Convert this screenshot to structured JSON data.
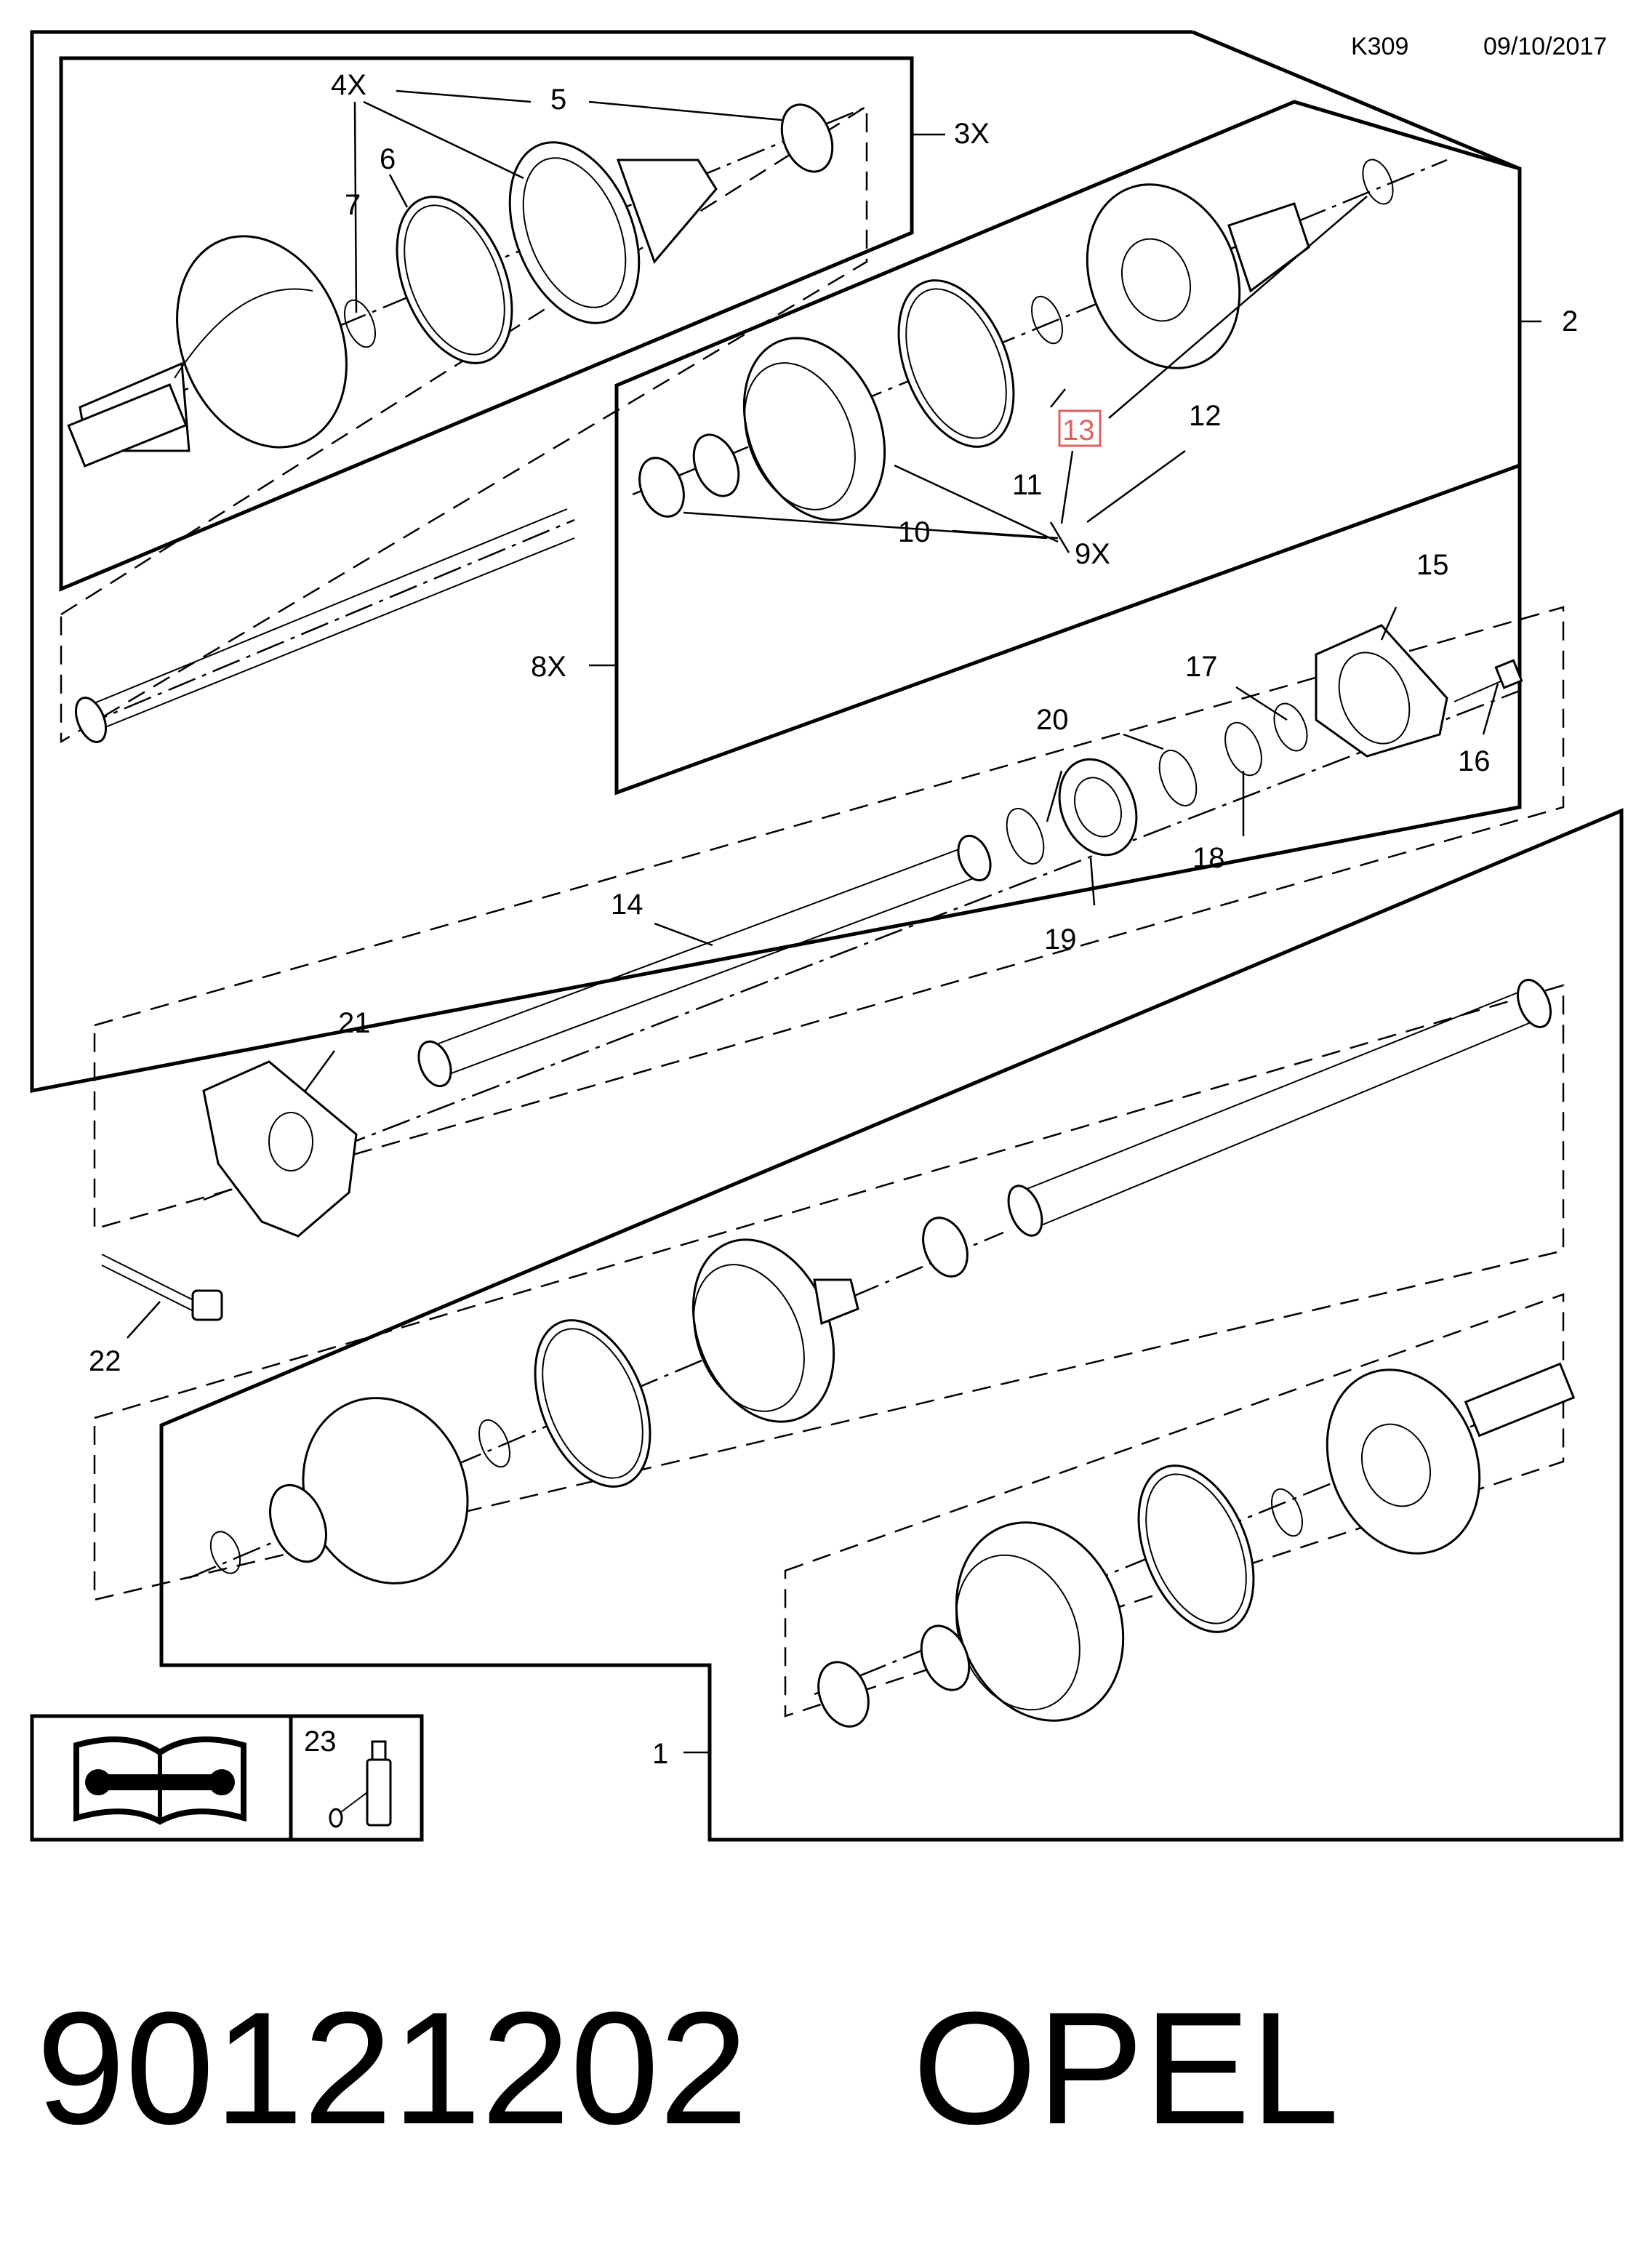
{
  "header": {
    "code": "K309",
    "date": "09/10/2017"
  },
  "callouts": {
    "c1": "1",
    "c2": "2",
    "c3x": "3X",
    "c4x": "4X",
    "c5": "5",
    "c6": "6",
    "c7": "7",
    "c8x": "8X",
    "c9x": "9X",
    "c10": "10",
    "c11": "11",
    "c12": "12",
    "c13": "13",
    "c14": "14",
    "c15": "15",
    "c16": "16",
    "c17": "17",
    "c18": "18",
    "c19": "19",
    "c20": "20",
    "c21": "21",
    "c22": "22",
    "c23": "23"
  },
  "highlight_color": "#e06060",
  "footer": {
    "part_number": "90121202",
    "brand": "OPEL"
  }
}
